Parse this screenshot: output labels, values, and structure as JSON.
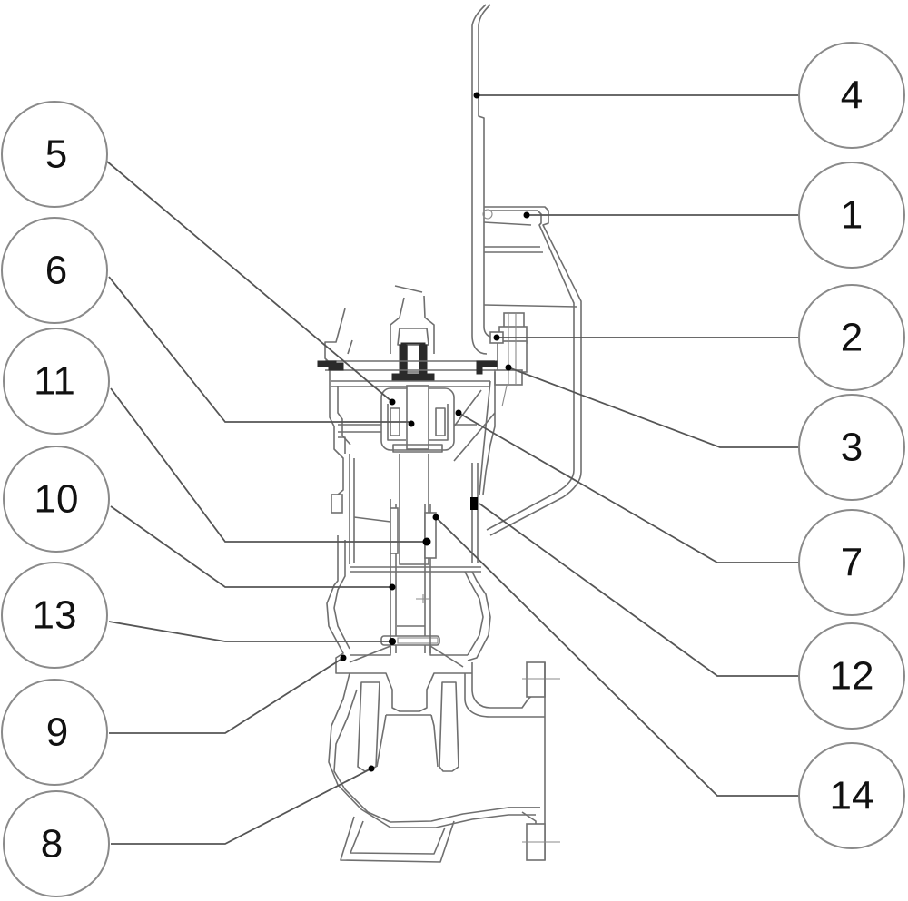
{
  "diagram": {
    "subject": "Submersible pump cross-section with numbered part callouts",
    "callouts": [
      {
        "label": "4",
        "side": "right"
      },
      {
        "label": "1",
        "side": "right"
      },
      {
        "label": "2",
        "side": "right"
      },
      {
        "label": "3",
        "side": "right"
      },
      {
        "label": "7",
        "side": "right"
      },
      {
        "label": "12",
        "side": "right"
      },
      {
        "label": "14",
        "side": "right"
      },
      {
        "label": "5",
        "side": "left"
      },
      {
        "label": "6",
        "side": "left"
      },
      {
        "label": "11",
        "side": "left"
      },
      {
        "label": "10",
        "side": "left"
      },
      {
        "label": "13",
        "side": "left"
      },
      {
        "label": "9",
        "side": "left"
      },
      {
        "label": "8",
        "side": "left"
      }
    ],
    "colors": {
      "background": "#ffffff",
      "linework": "#6f6f6f",
      "callout_border": "#8a8a8a",
      "text": "#111111"
    }
  }
}
